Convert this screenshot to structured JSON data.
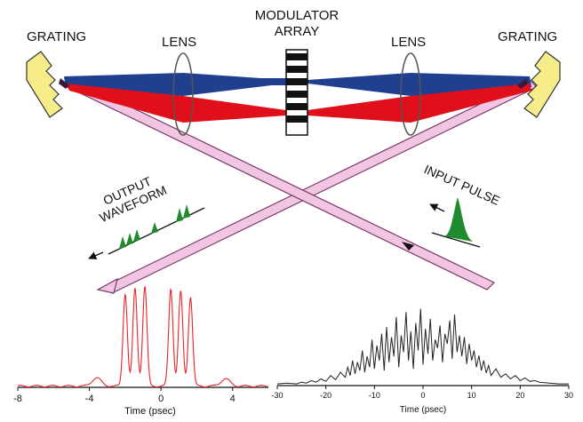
{
  "labels": {
    "grating_left": "GRATING",
    "lens_left": "LENS",
    "modulator_line1": "MODULATOR",
    "modulator_line2": "ARRAY",
    "lens_right": "LENS",
    "grating_right": "GRATING",
    "output_line1": "OUTPUT",
    "output_line2": "WAVEFORM",
    "input_pulse": "INPUT PULSE"
  },
  "colors": {
    "blue_beam": "#1f3f8f",
    "red_beam": "#e0101a",
    "input_beam": "#f2c6e2",
    "grating": "#f6ec8a",
    "pulse_green": "#1f8a2e",
    "trace_red": "#e8242c",
    "trace_black": "#222222"
  },
  "chart_data": [
    {
      "type": "line",
      "title": "",
      "xlabel": "Time (psec)",
      "ylabel": "",
      "xlim": [
        -8,
        6
      ],
      "xticks": [
        "-8",
        "-4",
        "0",
        "4"
      ],
      "series": [
        {
          "peaks": [
            {
              "x": -2.0,
              "amp": 0.88
            },
            {
              "x": -1.45,
              "amp": 0.93
            },
            {
              "x": -0.9,
              "amp": 0.95
            },
            {
              "x": 0.55,
              "amp": 0.93
            },
            {
              "x": 1.1,
              "amp": 0.9
            },
            {
              "x": 1.65,
              "amp": 0.85
            },
            {
              "x": -3.6,
              "amp": 0.08
            },
            {
              "x": 3.6,
              "amp": 0.07
            }
          ]
        }
      ]
    },
    {
      "type": "line",
      "title": "",
      "xlabel": "Time (psec)",
      "ylabel": "",
      "xlim": [
        -30,
        30
      ],
      "xticks": [
        "-30",
        "-20",
        "-10",
        "0",
        "10",
        "20",
        "30"
      ],
      "series": [
        {
          "x": [
            -30,
            -28,
            -26,
            -25,
            -24,
            -23,
            -22,
            -21,
            -20,
            -19,
            -18,
            -17,
            -16,
            -15.5,
            -15,
            -14.5,
            -14,
            -13.5,
            -13,
            -12.5,
            -12,
            -11.5,
            -11,
            -10.5,
            -10,
            -9.5,
            -9,
            -8.5,
            -8,
            -7.5,
            -7,
            -6.5,
            -6,
            -5.5,
            -5,
            -4.5,
            -4,
            -3.5,
            -3,
            -2.5,
            -2,
            -1.5,
            -1,
            -0.5,
            0,
            0.5,
            1,
            1.5,
            2,
            2.5,
            3,
            3.5,
            4,
            4.5,
            5,
            5.5,
            6,
            6.5,
            7,
            7.5,
            8,
            8.5,
            9,
            9.5,
            10,
            10.5,
            11,
            11.5,
            12,
            12.5,
            13,
            13.5,
            14,
            15,
            16,
            17,
            18,
            19,
            20,
            21,
            22,
            23,
            24,
            26,
            28,
            30
          ],
          "y": [
            0.02,
            0.03,
            0.02,
            0.04,
            0.03,
            0.06,
            0.04,
            0.08,
            0.05,
            0.12,
            0.07,
            0.16,
            0.1,
            0.22,
            0.12,
            0.3,
            0.14,
            0.28,
            0.18,
            0.42,
            0.16,
            0.35,
            0.22,
            0.55,
            0.2,
            0.48,
            0.3,
            0.62,
            0.18,
            0.7,
            0.28,
            0.58,
            0.35,
            0.82,
            0.22,
            0.6,
            0.4,
            0.88,
            0.3,
            0.65,
            0.2,
            0.75,
            0.42,
            0.92,
            0.25,
            0.68,
            0.38,
            0.8,
            0.3,
            0.55,
            0.45,
            0.72,
            0.28,
            0.62,
            0.5,
            0.78,
            0.32,
            0.85,
            0.4,
            0.6,
            0.35,
            0.58,
            0.26,
            0.5,
            0.3,
            0.42,
            0.22,
            0.36,
            0.18,
            0.3,
            0.15,
            0.24,
            0.12,
            0.2,
            0.1,
            0.14,
            0.08,
            0.12,
            0.06,
            0.09,
            0.05,
            0.06,
            0.04,
            0.03,
            0.02,
            0.02
          ]
        }
      ]
    }
  ]
}
